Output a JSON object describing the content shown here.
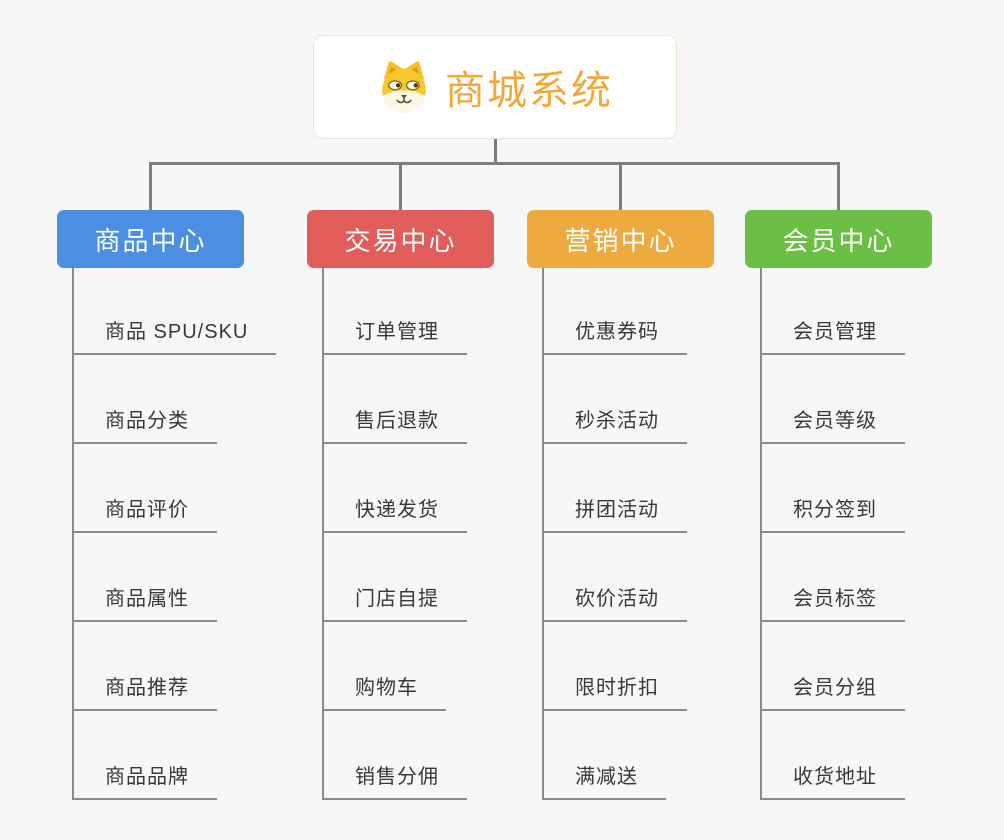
{
  "background_color": "#f7f7f7",
  "connector_color": "#7e7e7e",
  "root": {
    "title": "商城系统",
    "icon": "dog-face-icon",
    "text_color": "#f1a93a",
    "border_color": "#f2c57c"
  },
  "branches": [
    {
      "label": "商品中心",
      "color": "#4a8fe2",
      "items": [
        "商品 SPU/SKU",
        "商品分类",
        "商品评价",
        "商品属性",
        "商品推荐",
        "商品品牌"
      ]
    },
    {
      "label": "交易中心",
      "color": "#e25c5a",
      "items": [
        "订单管理",
        "售后退款",
        "快递发货",
        "门店自提",
        "购物车",
        "销售分佣"
      ]
    },
    {
      "label": "营销中心",
      "color": "#ecaa3f",
      "items": [
        "优惠券码",
        "秒杀活动",
        "拼团活动",
        "砍价活动",
        "限时折扣",
        "满减送"
      ]
    },
    {
      "label": "会员中心",
      "color": "#6cbf45",
      "items": [
        "会员管理",
        "会员等级",
        "积分签到",
        "会员标签",
        "会员分组",
        "收货地址"
      ]
    }
  ]
}
